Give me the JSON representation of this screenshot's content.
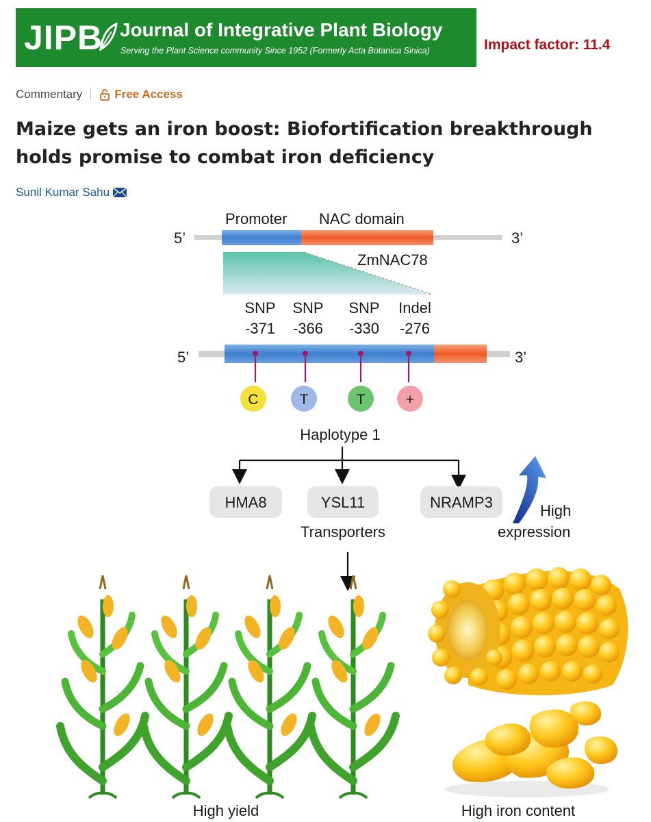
{
  "header": {
    "logo": "JIPB",
    "journal_title": "Journal of Integrative Plant Biology",
    "journal_subtitle": "Serving the Plant Science community Since 1952 (Formerly Acta Botanica Sinica)",
    "impact_factor": "Impact factor: 11.4",
    "colors": {
      "banner": "#1d8a2e",
      "impact": "#b01018"
    }
  },
  "article": {
    "type": "Commentary",
    "access": "Free Access",
    "title": "Maize gets an iron boost: Biofortification breakthrough holds promise to combat iron deficiency",
    "author": "Sunil Kumar Sahu"
  },
  "figure": {
    "gene_top": {
      "five": "5’",
      "three": "3’",
      "promoter": "Promoter",
      "nac": "NAC domain",
      "gene": "ZmNAC78"
    },
    "gene_bottom": {
      "five": "5’",
      "three": "3’"
    },
    "variants": [
      {
        "type": "SNP",
        "pos": "-371",
        "allele": "C",
        "color": "#f3e03a"
      },
      {
        "type": "SNP",
        "pos": "-366",
        "allele": "T",
        "color": "#9fb8e6"
      },
      {
        "type": "SNP",
        "pos": "-330",
        "allele": "T",
        "color": "#6cc46e"
      },
      {
        "type": "Indel",
        "pos": "-276",
        "allele": "+",
        "color": "#f4a0a8"
      }
    ],
    "haplotype": "Haplotype 1",
    "transporters": [
      "HMA8",
      "YSL11",
      "NRAMP3"
    ],
    "transporters_label": "Transporters",
    "high": "High",
    "expression": "expression",
    "high_yield": "High yield",
    "high_iron": "High iron content"
  }
}
